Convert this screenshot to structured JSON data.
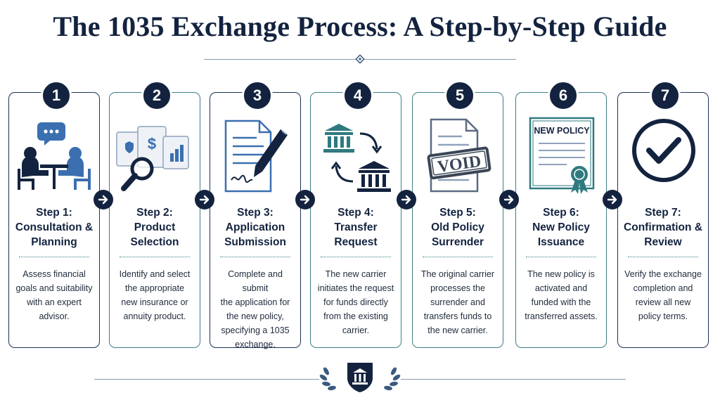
{
  "title": "The 1035 Exchange Process: A Step-by-Step Guide",
  "colors": {
    "navy": "#13233f",
    "teal": "#3b7f86",
    "rule": "#8a97aa"
  },
  "steps": [
    {
      "number": "1",
      "title": "Step 1:\nConsultation &\nPlanning",
      "description": "Assess financial\ngoals and suitability\nwith an expert\nadvisor.",
      "icon": "consultation-meeting-icon"
    },
    {
      "number": "2",
      "title": "Step 2:\nProduct\nSelection",
      "description": "Identify and select\nthe appropriate\nnew insurance or\nannuity product.",
      "icon": "product-comparison-magnifier-icon"
    },
    {
      "number": "3",
      "title": "Step 3:\nApplication\nSubmission",
      "description": "Complete and submit\nthe application for\nthe new policy,\nspecifying a 1035\nexchange.",
      "icon": "document-signing-pen-icon"
    },
    {
      "number": "4",
      "title": "Step 4:\nTransfer\nRequest",
      "description": "The new carrier\ninitiates the request\nfor funds directly\nfrom the existing\ncarrier.",
      "icon": "bank-transfer-icon"
    },
    {
      "number": "5",
      "title": "Step 5:\nOld Policy\nSurrender",
      "description": "The original carrier\nprocesses the\nsurrender and\ntransfers funds to\nthe new carrier.",
      "icon": "void-document-icon",
      "stamp": "VOID"
    },
    {
      "number": "6",
      "title": "Step 6:\nNew Policy\nIssuance",
      "description": "The new policy is\nactivated and\nfunded with the\ntransferred assets.",
      "icon": "new-policy-certificate-icon",
      "certificate": "NEW POLICY"
    },
    {
      "number": "7",
      "title": "Step 7:\nConfirmation &\nReview",
      "description": "Verify the exchange\ncompletion and\nreview all new\npolicy terms.",
      "icon": "checkmark-circle-icon"
    }
  ]
}
